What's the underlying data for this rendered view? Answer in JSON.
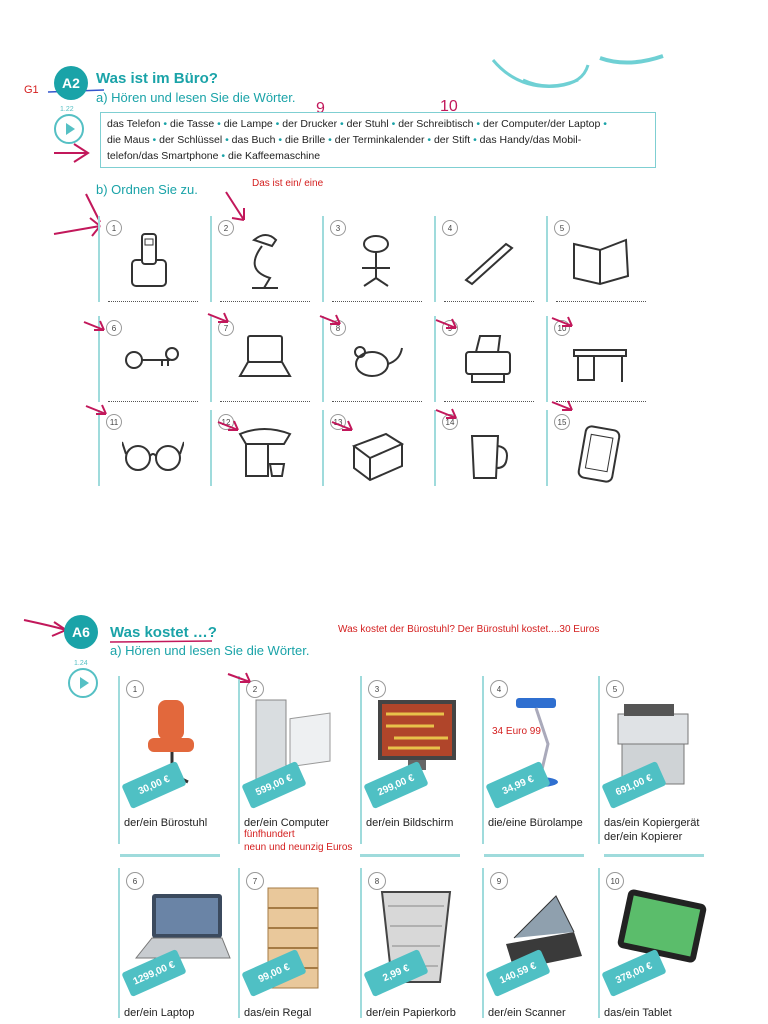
{
  "a2": {
    "badge": "A2",
    "title": "Was ist im Büro?",
    "sub_a": "a) Hören und lesen Sie die Wörter.",
    "sub_b": "b) Ordnen Sie zu.",
    "audio": "1.22",
    "words_line1": [
      "das Telefon",
      "die Tasse",
      "die Lampe",
      "der Drucker",
      "der Stuhl",
      "der Schreibtisch",
      "der Computer/der Laptop"
    ],
    "words_line2": [
      "die Maus",
      "der Schlüssel",
      "das Buch",
      "die Brille",
      "der Terminkalender",
      "der Stift",
      "das Handy/das Mobil-"
    ],
    "words_line3": [
      "telefon/das Smartphone",
      "die Kaffeemaschine"
    ],
    "numbers": [
      "1",
      "2",
      "3",
      "4",
      "5",
      "6",
      "7",
      "8",
      "9",
      "10",
      "11",
      "12",
      "13",
      "14",
      "15"
    ],
    "icons": [
      "telephone-icon",
      "lamp-icon",
      "chair-icon",
      "pen-icon",
      "calendar-icon",
      "keys-icon",
      "laptop-icon",
      "mouse-icon",
      "printer-icon",
      "desk-icon",
      "glasses-icon",
      "coffee-machine-icon",
      "book-icon",
      "mug-icon",
      "smartphone-icon"
    ]
  },
  "annotations": {
    "g1": "G1",
    "das_ist": "Das ist ein/ eine",
    "num9": "9",
    "num10": "10",
    "question": "Was kostet der Bürostuhl? Der Bürostuhl kostet....30 Euros",
    "lamp_price": "34 Euro 99",
    "computer_note1": "fünfhundert",
    "computer_note2": "neun und neunzig Euros"
  },
  "a6": {
    "badge": "A6",
    "title": "Was kostet …?",
    "sub_a": "a) Hören und lesen Sie die Wörter.",
    "audio": "1.24",
    "items": [
      {
        "num": "1",
        "price": "30,00 €",
        "label": "der/ein Bürostuhl",
        "label2": ""
      },
      {
        "num": "2",
        "price": "599,00 €",
        "label": "der/ein Computer",
        "label2": ""
      },
      {
        "num": "3",
        "price": "299,00 €",
        "label": "der/ein Bildschirm",
        "label2": ""
      },
      {
        "num": "4",
        "price": "34,99 €",
        "label": "die/eine Bürolampe",
        "label2": ""
      },
      {
        "num": "5",
        "price": "691,00 €",
        "label": "das/ein Kopiergerät",
        "label2": "der/ein Kopierer"
      },
      {
        "num": "6",
        "price": "1299,00 €",
        "label": "der/ein Laptop",
        "label2": ""
      },
      {
        "num": "7",
        "price": "99,00 €",
        "label": "das/ein Regal",
        "label2": ""
      },
      {
        "num": "8",
        "price": "2,99 €",
        "label": "der/ein Papierkorb",
        "label2": ""
      },
      {
        "num": "9",
        "price": "140,59 €",
        "label": "der/ein Scanner",
        "label2": ""
      },
      {
        "num": "10",
        "price": "378,00 €",
        "label": "das/ein Tablet",
        "label2": ""
      }
    ]
  },
  "colors": {
    "accent": "#1aa3a8",
    "annotation": "#d41e1e",
    "pen": "#c2185b",
    "price": "#4fc0c4"
  }
}
